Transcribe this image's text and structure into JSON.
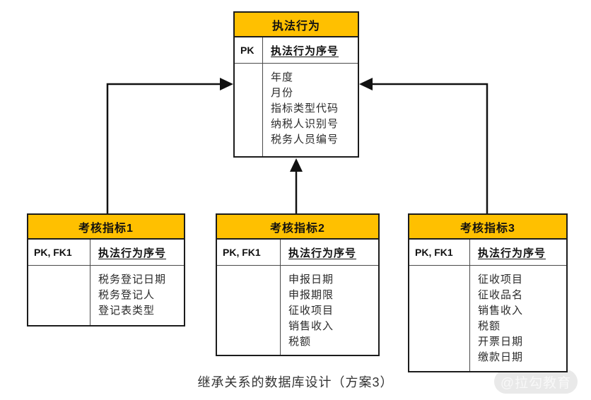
{
  "diagram": {
    "type": "entity-relationship",
    "caption": "继承关系的数据库设计（方案3）",
    "watermark": "@拉勾教育",
    "colors": {
      "entity_header_bg": "#FFC000",
      "entity_border": "#1c1c1c",
      "row_divider": "#4a4a4a",
      "connector": "#111111",
      "caption_text": "#333333",
      "watermark_bg": "#e9e9e9",
      "watermark_text": "#f8f8f8"
    },
    "entities": [
      {
        "title": "执法行为",
        "key_label": "PK",
        "key_attribute": "执法行为序号",
        "attributes": [
          "年度",
          "月份",
          "指标类型代码",
          "纳税人识别号",
          "税务人员编号"
        ]
      },
      {
        "title": "考核指标1",
        "key_label": "PK, FK1",
        "key_attribute": "执法行为序号",
        "attributes": [
          "税务登记日期",
          "税务登记人",
          "登记表类型"
        ]
      },
      {
        "title": "考核指标2",
        "key_label": "PK, FK1",
        "key_attribute": "执法行为序号",
        "attributes": [
          "申报日期",
          "申报期限",
          "征收项目",
          "销售收入",
          "税额"
        ]
      },
      {
        "title": "考核指标3",
        "key_label": "PK, FK1",
        "key_attribute": "执法行为序号",
        "attributes": [
          "征收项目",
          "征收品名",
          "销售收入",
          "税额",
          "开票日期",
          "缴款日期"
        ]
      }
    ],
    "relationships": [
      {
        "from": "考核指标1",
        "to": "执法行为",
        "style": "arrow"
      },
      {
        "from": "考核指标2",
        "to": "执法行为",
        "style": "arrow"
      },
      {
        "from": "考核指标3",
        "to": "执法行为",
        "style": "arrow"
      }
    ]
  }
}
